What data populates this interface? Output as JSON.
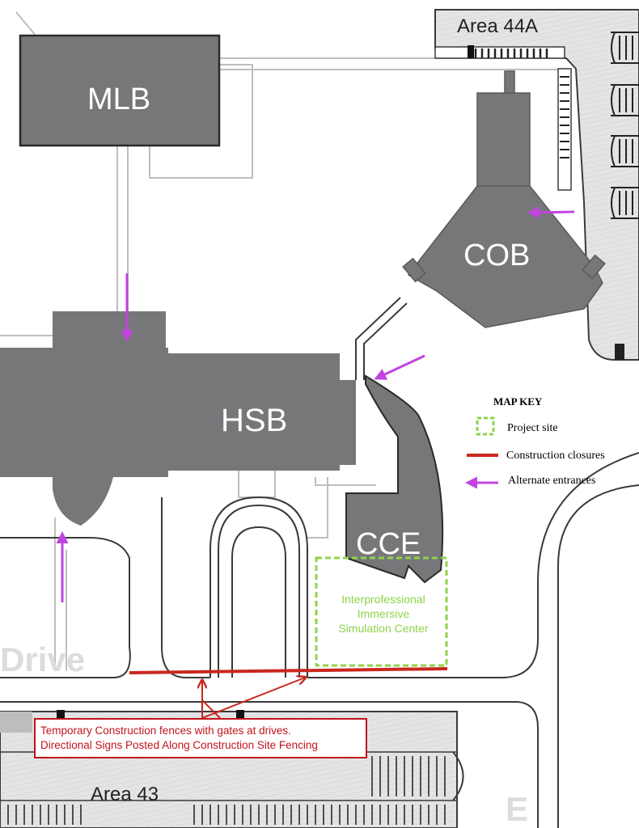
{
  "buildings": {
    "mlb": "MLB",
    "cob": "COB",
    "hsb": "HSB",
    "cce": "CCE"
  },
  "parking": {
    "area_44a": "Area  44A",
    "area_43": "Area  43"
  },
  "street_label": "Drive",
  "project_site_label": {
    "line1": "Interprofessional",
    "line2": "Immersive",
    "line3": "Simulation Center"
  },
  "map_key": {
    "title": "MAP KEY",
    "project_site": "Project site",
    "construction_closures": "Construction closures",
    "alternate_entrances": "Alternate entrances"
  },
  "note": {
    "line1": "Temporary Construction fences with gates at drives.",
    "line2": "Directional Signs Posted Along Construction Site Fencing"
  },
  "colors": {
    "building": "#77777a",
    "building_edge": "#5a5a5c",
    "parking_fill": "#e3e3e3",
    "road_outline": "#3a3a3a",
    "closure_red": "#c8281e",
    "entrance_magenta": "#c244e0",
    "project_green": "#8ed34a"
  }
}
